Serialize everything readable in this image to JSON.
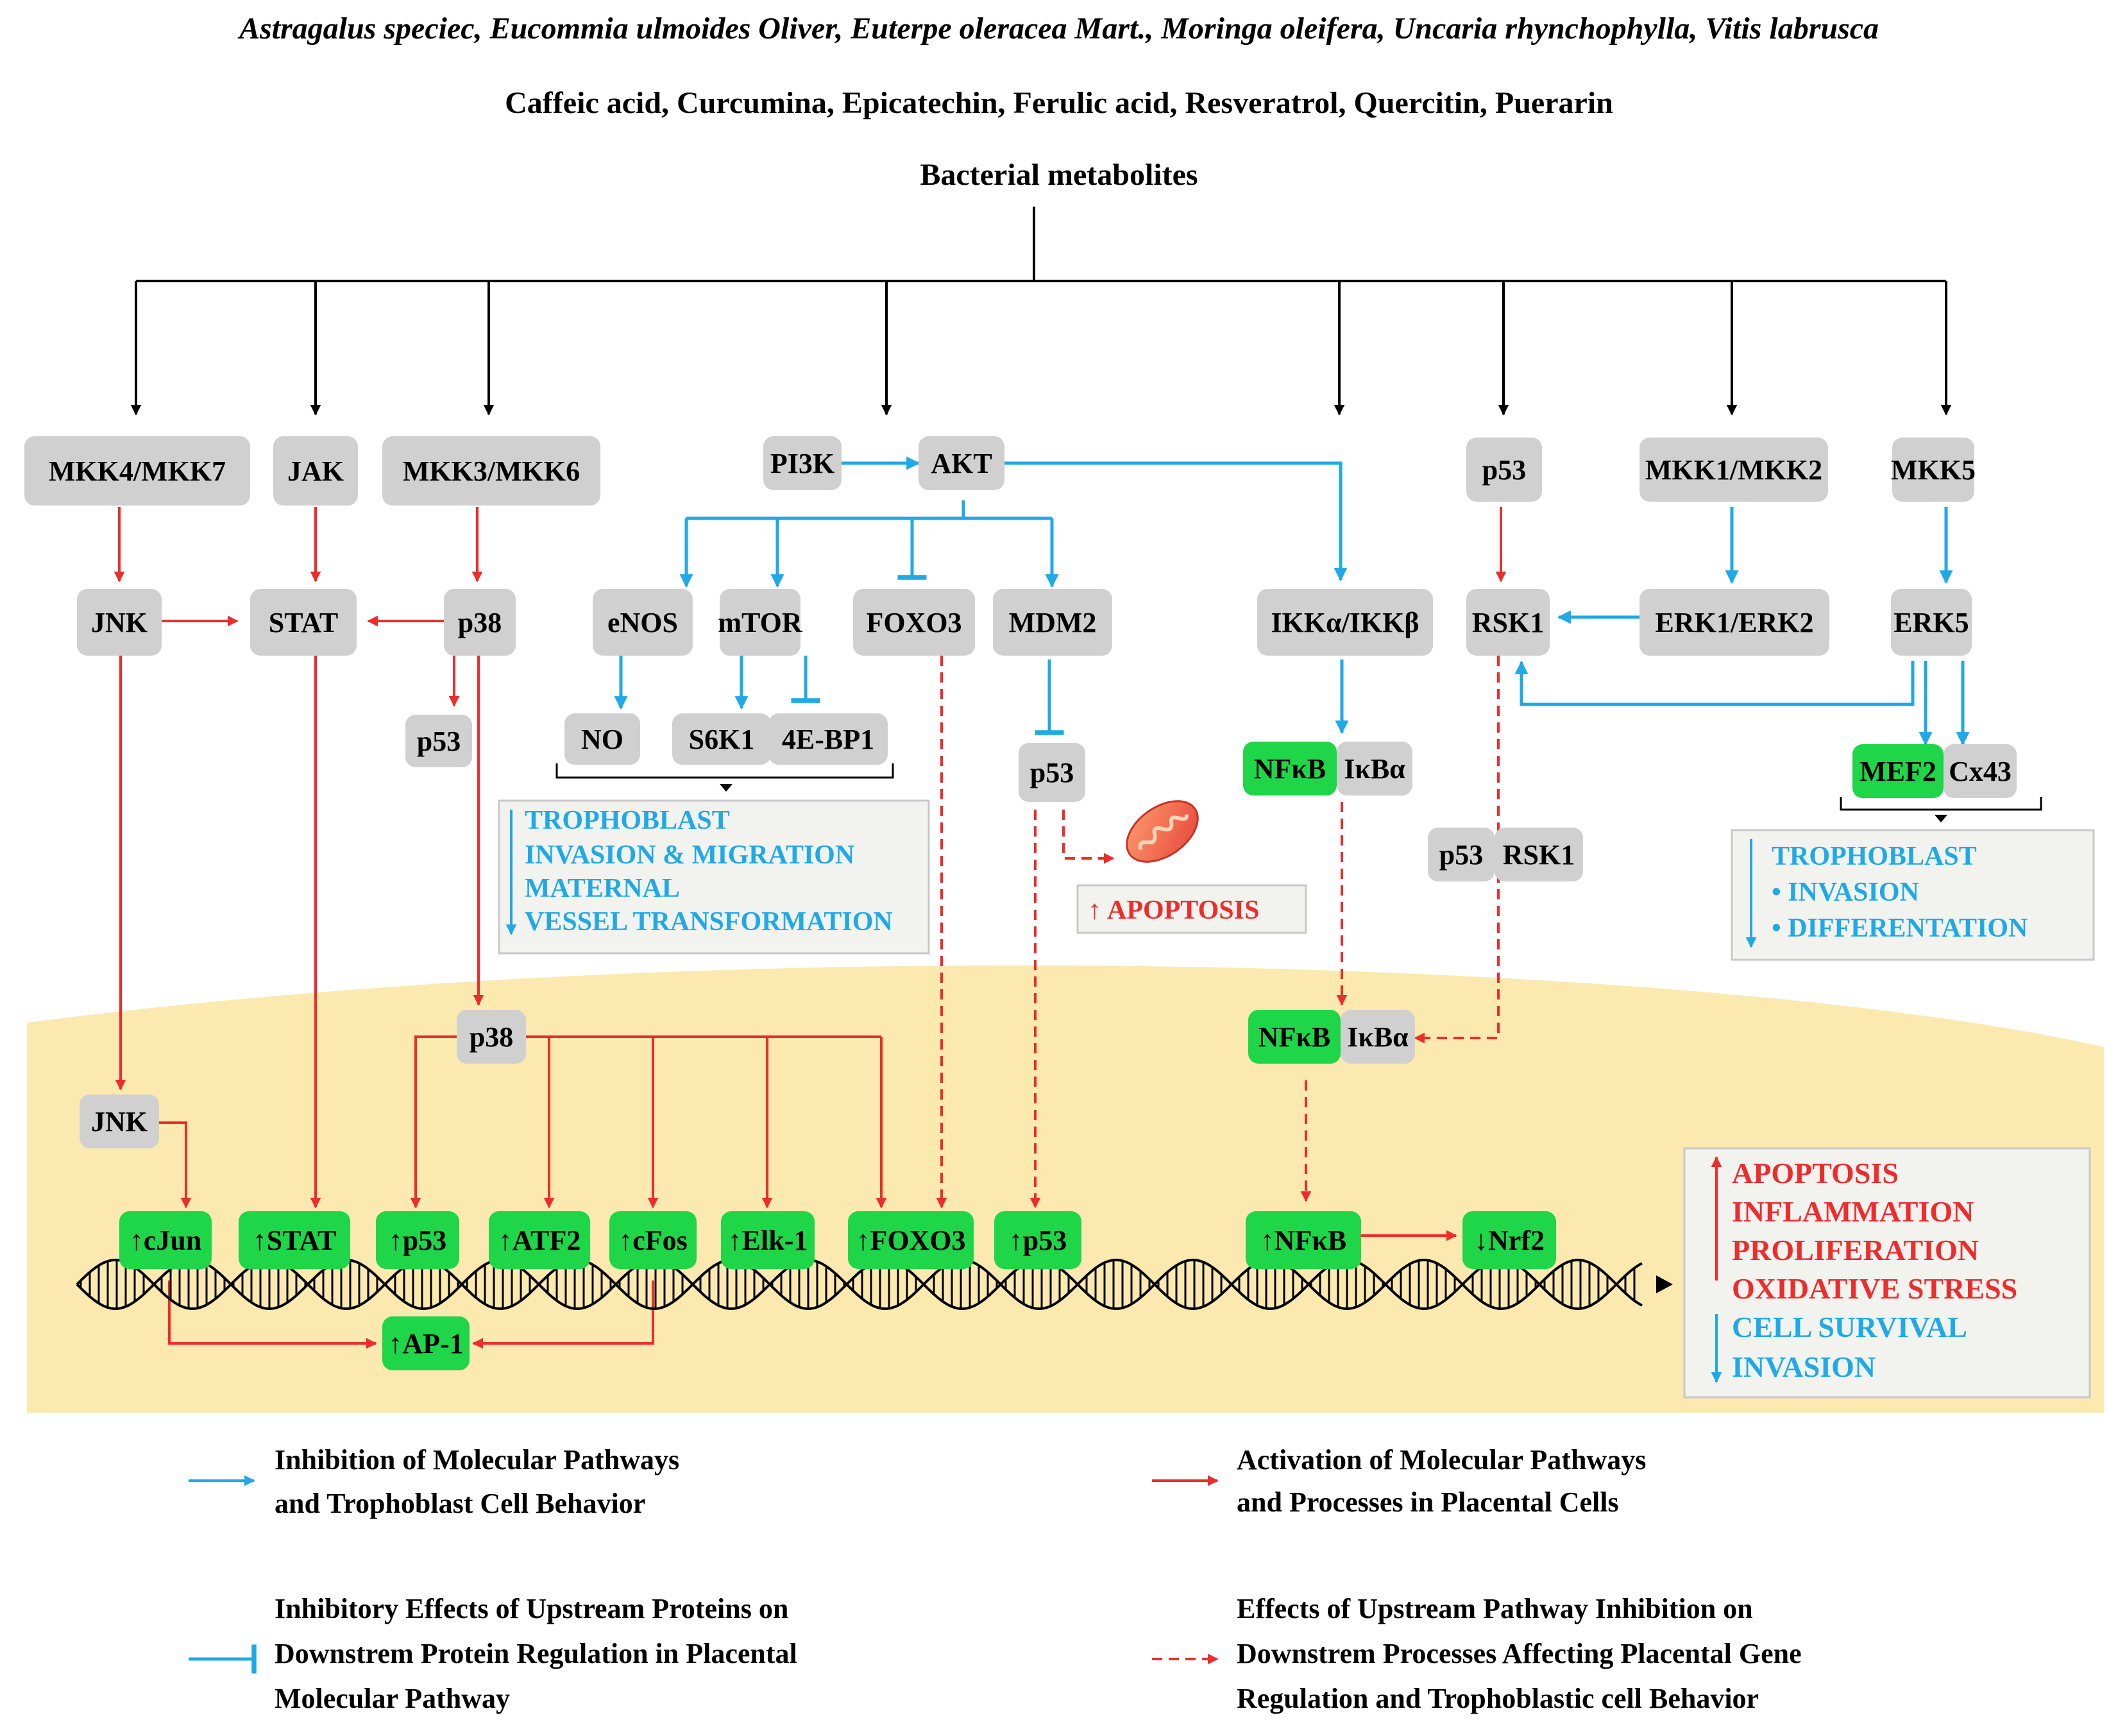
{
  "header": {
    "plants": "Astragalus speciec, Eucommia ulmoides Oliver, Euterpe oleracea Mart., Moringa oleifera, Uncaria rhynchophylla, Vitis labrusca",
    "compounds": "Caffeic acid, Curcumina, Epicatechin, Ferulic acid, Resveratrol, Quercitin, Puerarin",
    "metabolites": "Bacterial metabolites"
  },
  "colors": {
    "inhibition": "#1fa9e6",
    "activation": "#ee2c2c",
    "node_gray": "#d0d0d0",
    "node_green": "#1ed648",
    "cell_band": "#fbe9b0",
    "black": "#000000"
  },
  "nodes": {
    "mkk47": "MKK4/MKK7",
    "jak": "JAK",
    "mkk36": "MKK3/MKK6",
    "pi3k": "PI3K",
    "akt": "AKT",
    "p53_top": "p53",
    "mkk12": "MKK1/MKK2",
    "mkk5": "MKK5",
    "jnk": "JNK",
    "stat": "STAT",
    "p38": "p38",
    "enos": "eNOS",
    "mtor": "mTOR",
    "foxo3": "FOXO3",
    "mdm2": "MDM2",
    "ikk": "IKKα/IKKβ",
    "rsk1": "RSK1",
    "erk12": "ERK1/ERK2",
    "erk5": "ERK5",
    "p53_p38": "p53",
    "no": "NO",
    "s6k1": "S6K1",
    "ebp1": "4E-BP1",
    "p53_mdm2": "p53",
    "nfkb": "NFκB",
    "ikba": "IκBα",
    "mef2": "MEF2",
    "cx43": "Cx43",
    "p53_pair": "p53",
    "rsk1_pair": "RSK1",
    "p38_nuc": "p38",
    "nfkb_nuc": "NFκB",
    "ikba_nuc": "IκBα",
    "jnk_nuc": "JNK",
    "cjun": "↑cJun",
    "stat_nuc": "↑STAT",
    "p53_nuc1": "↑p53",
    "atf2": "↑ATF2",
    "cfos": "↑cFos",
    "elk1": "↑Elk-1",
    "foxo3_nuc": "↑FOXO3",
    "p53_nuc2": "↑p53",
    "nfkb_up": "↑NFκB",
    "nrf2": "↓Nrf2",
    "ap1": "↑AP-1"
  },
  "effects": {
    "troph_left": [
      "TROPHOBLAST",
      "INVASION & MIGRATION",
      "MATERNAL",
      "VESSEL TRANSFORMATION"
    ],
    "troph_right": [
      "TROPHOBLAST",
      "• INVASION",
      "• DIFFERENTATION"
    ],
    "apoptosis_mid": "APOPTOSIS",
    "outcomes_up": [
      "APOPTOSIS",
      "INFLAMMATION",
      "PROLIFERATION",
      "OXIDATIVE STRESS"
    ],
    "outcomes_down": [
      "CELL SURVIVAL",
      "INVASION"
    ]
  },
  "legend": {
    "inhibition": [
      "Inhibition of Molecular Pathways",
      "and Trophoblast Cell Behavior"
    ],
    "activation": [
      "Activation of Molecular Pathways",
      "and Processes in Placental Cells"
    ],
    "inhibitory_effects": [
      "Inhibitory Effects of Upstream Proteins on",
      "Downstrem Protein Regulation in Placental",
      "Molecular Pathway"
    ],
    "upstream_effects": [
      "Effects of Upstream Pathway Inhibition on",
      "Downstrem Processes Affecting Placental Gene",
      "Regulation and Trophoblastic cell Behavior"
    ]
  }
}
